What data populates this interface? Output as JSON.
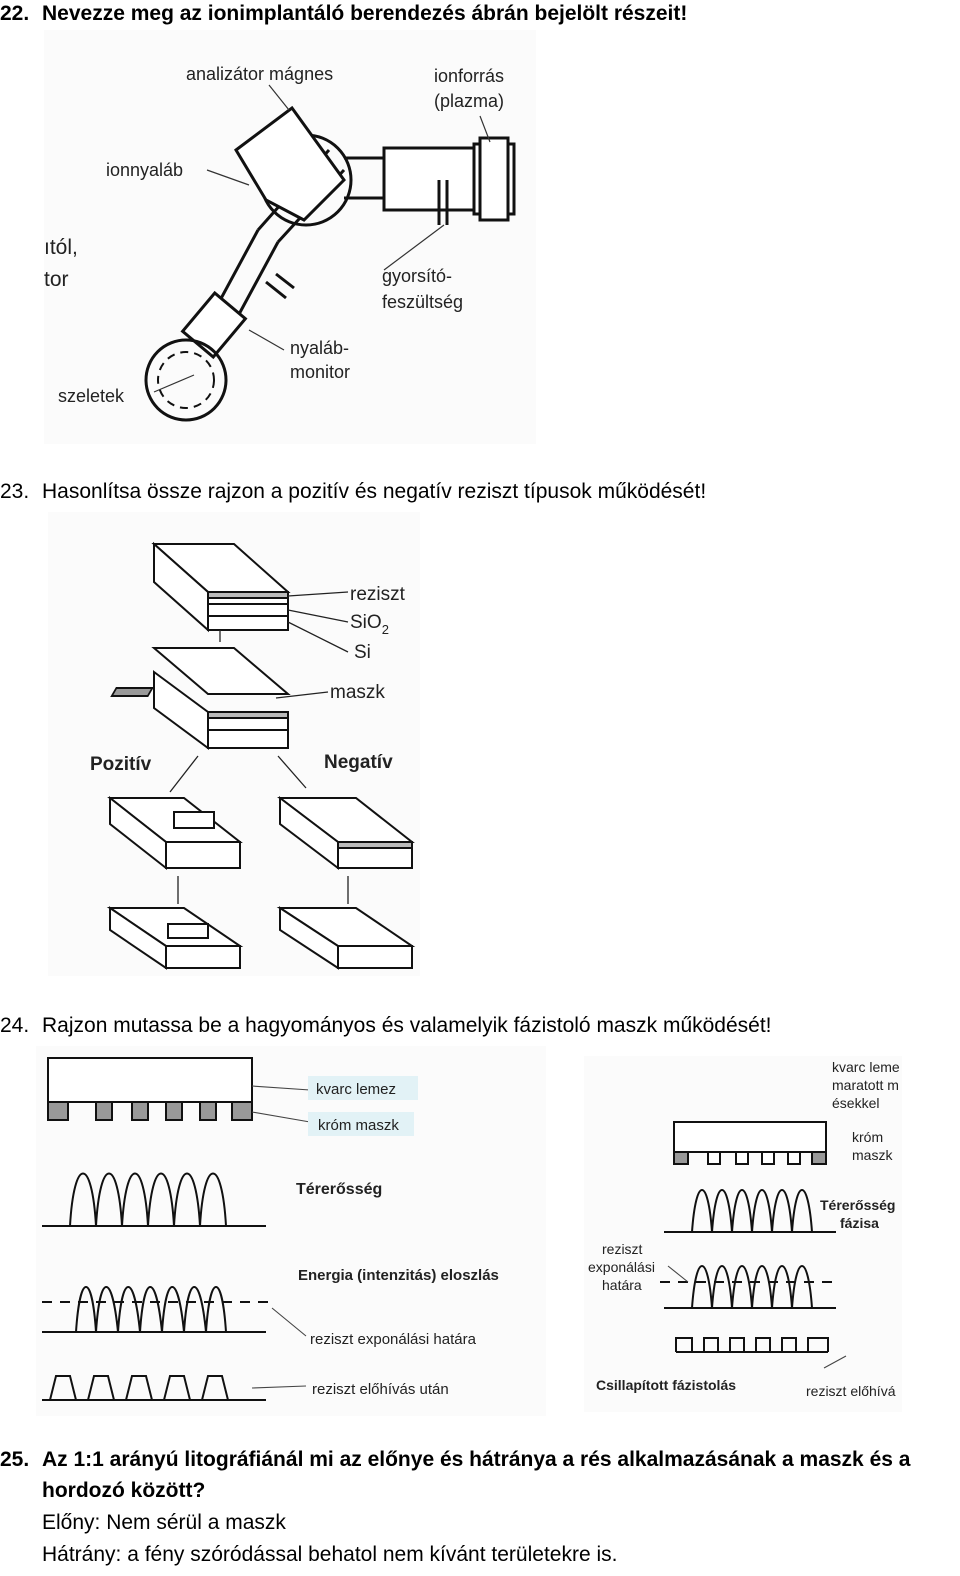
{
  "questions": [
    {
      "num": "22.",
      "text": "Nevezze meg az ionimplantáló berendezés ábrán bejelölt részeit!"
    },
    {
      "num": "23.",
      "text": "Hasonlítsa össze rajzon a pozitív és negatív reziszt típusok működését!"
    },
    {
      "num": "24.",
      "text": "Rajzon mutassa be a hagyományos és valamelyik fázistoló maszk működését!"
    },
    {
      "num": "25.",
      "text": "Az 1:1 arányú litográfiánál mi az előnye és hátránya a rés alkalmazásának a maszk és a",
      "text2": "hordozó között?"
    }
  ],
  "fig22": {
    "labels": {
      "magnet": "analizátor mágnes",
      "source1": "ionforrás",
      "source2": "(plazma)",
      "beam": "ionnyaláb",
      "cut1": "ıtól,",
      "cut2": "tor",
      "accel1": "gyorsító-",
      "accel2": "feszültség",
      "monitor1": "nyaláb-",
      "monitor2": "monitor",
      "wafers": "szeletek"
    }
  },
  "fig23": {
    "labels": {
      "resist": "reziszt",
      "sio2": "SiO",
      "sio2_sub": "2",
      "si": "Si",
      "mask": "maszk",
      "positive": "Pozitív",
      "negative": "Negatív"
    }
  },
  "fig24": {
    "left": {
      "quartz": "kvarc lemez",
      "chrome": "króm maszk",
      "field": "Térerősség",
      "energy": "Energia (intenzitás) eloszlás",
      "threshold": "reziszt exponálási határa",
      "developed": "reziszt előhívás után"
    },
    "right": {
      "quartz1": "kvarc leme",
      "quartz2": "maratott m",
      "quartz3": "ésekkel",
      "chrome1": "króm",
      "chrome2": "maszk",
      "field1": "Térerősség",
      "field2": "fázisa",
      "threshold1": "reziszt",
      "threshold2": "exponálási",
      "threshold3": "határa",
      "title": "Csillapított fázistolás",
      "developed": "reziszt előhívá"
    }
  },
  "answers": {
    "pro": "Előny: Nem sérül a maszk",
    "con": "Hátrány: a fény szóródással behatol nem kívánt területekre is."
  }
}
